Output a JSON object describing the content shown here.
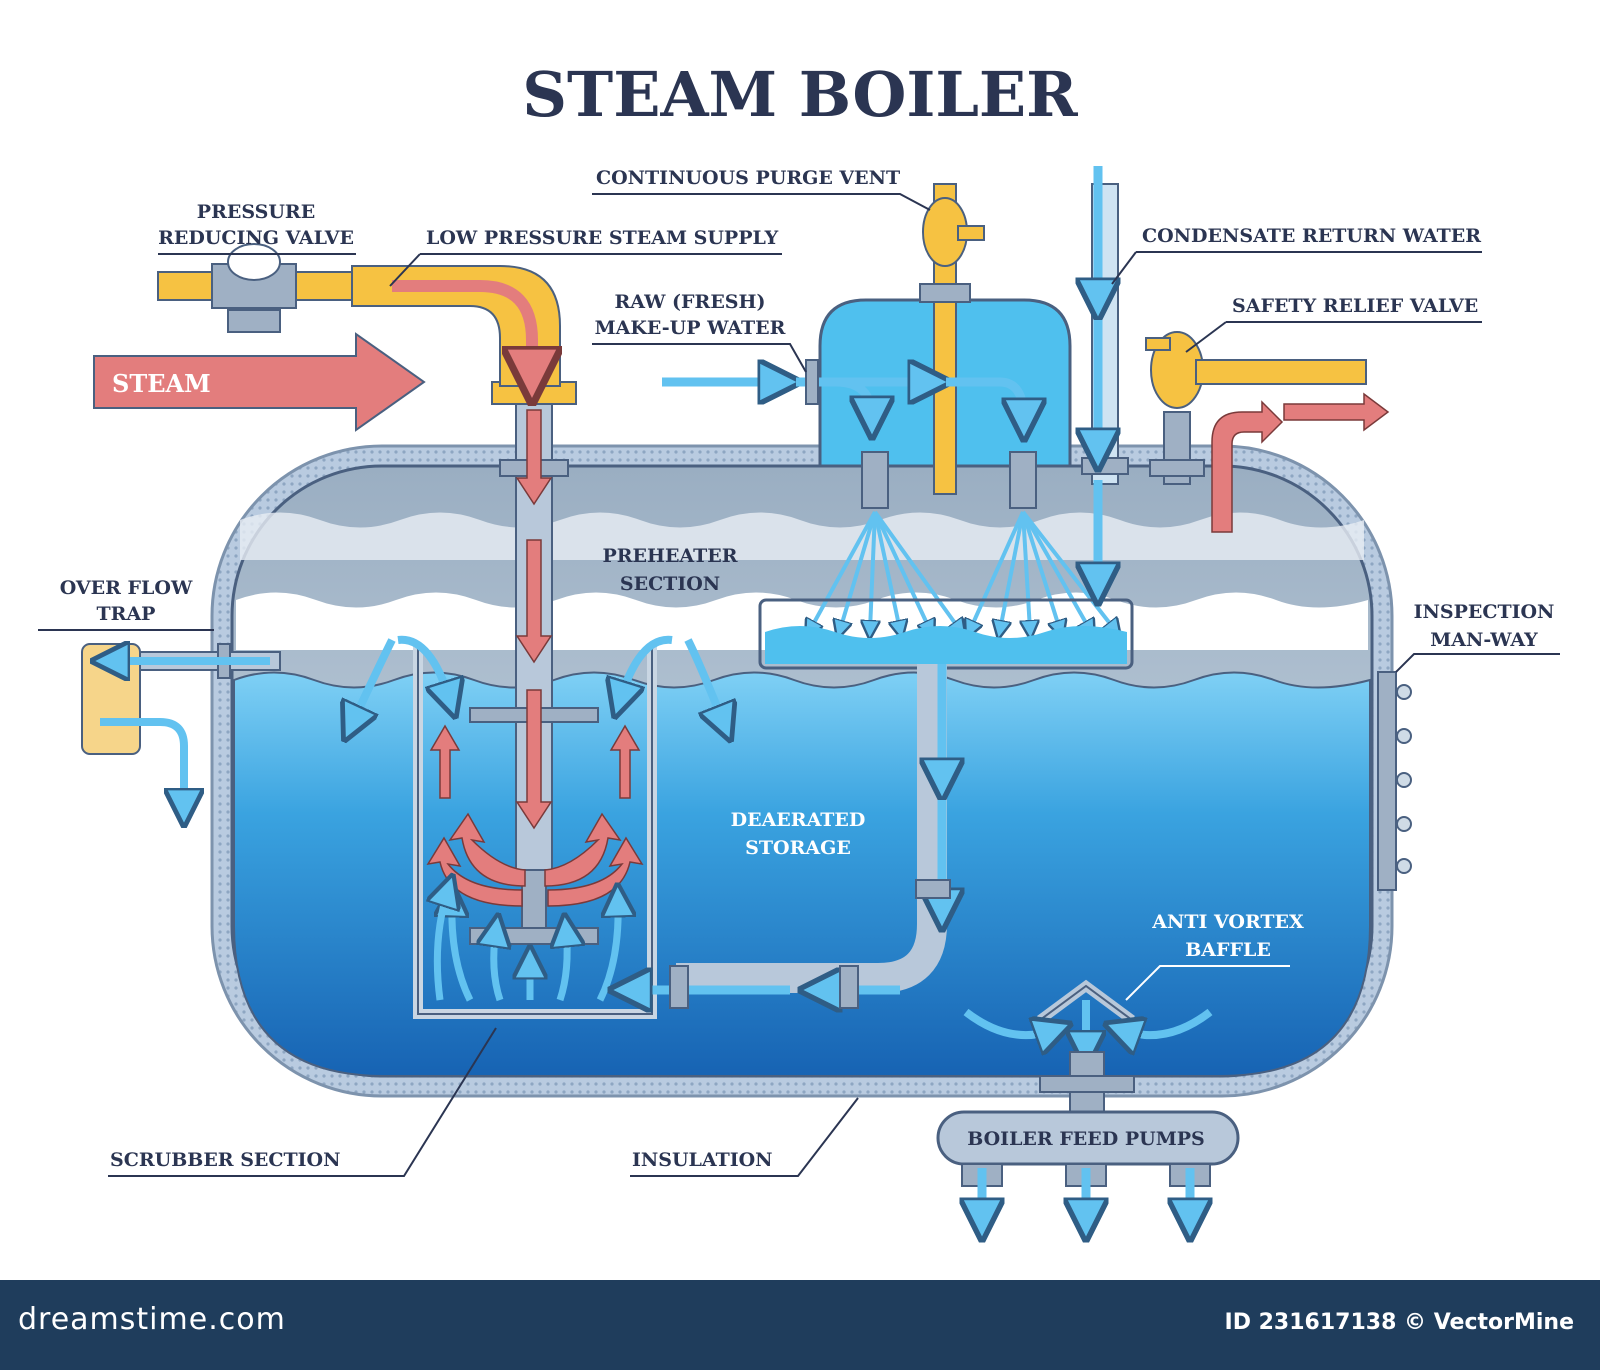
{
  "title": "STEAM BOILER",
  "labels": {
    "pressure_reducing_valve_1": "PRESSURE",
    "pressure_reducing_valve_2": "REDUCING VALVE",
    "low_pressure_steam_supply": "LOW PRESSURE STEAM SUPPLY",
    "continuous_purge_vent": "CONTINUOUS PURGE VENT",
    "condensate_return_water": "CONDENSATE RETURN WATER",
    "raw_makeup_water_1": "RAW (FRESH)",
    "raw_makeup_water_2": "MAKE-UP WATER",
    "safety_relief_valve": "SAFETY RELIEF VALVE",
    "steam": "STEAM",
    "preheater_section_1": "PREHEATER",
    "preheater_section_2": "SECTION",
    "over_flow_trap_1": "OVER FLOW",
    "over_flow_trap_2": "TRAP",
    "inspection_manway_1": "INSPECTION",
    "inspection_manway_2": "MAN-WAY",
    "deaerated_storage_1": "DEAERATED",
    "deaerated_storage_2": "STORAGE",
    "anti_vortex_baffle_1": "ANTI VORTEX",
    "anti_vortex_baffle_2": "BAFFLE",
    "boiler_feed_pumps": "BOILER FEED PUMPS",
    "scrubber_section": "SCRUBBER SECTION",
    "insulation": "INSULATION"
  },
  "footer": {
    "brand": "dreamstime.com",
    "credit": "ID 231617138 © VectorMine"
  },
  "colors": {
    "steam": "#e37d7d",
    "water": "#4fb3e8",
    "deep_water": "#1e73bd",
    "pipe_yellow": "#f6c242",
    "metal": "#9fb0c4",
    "ink": "#2b3552",
    "footer_bg": "#1f3d5c"
  }
}
